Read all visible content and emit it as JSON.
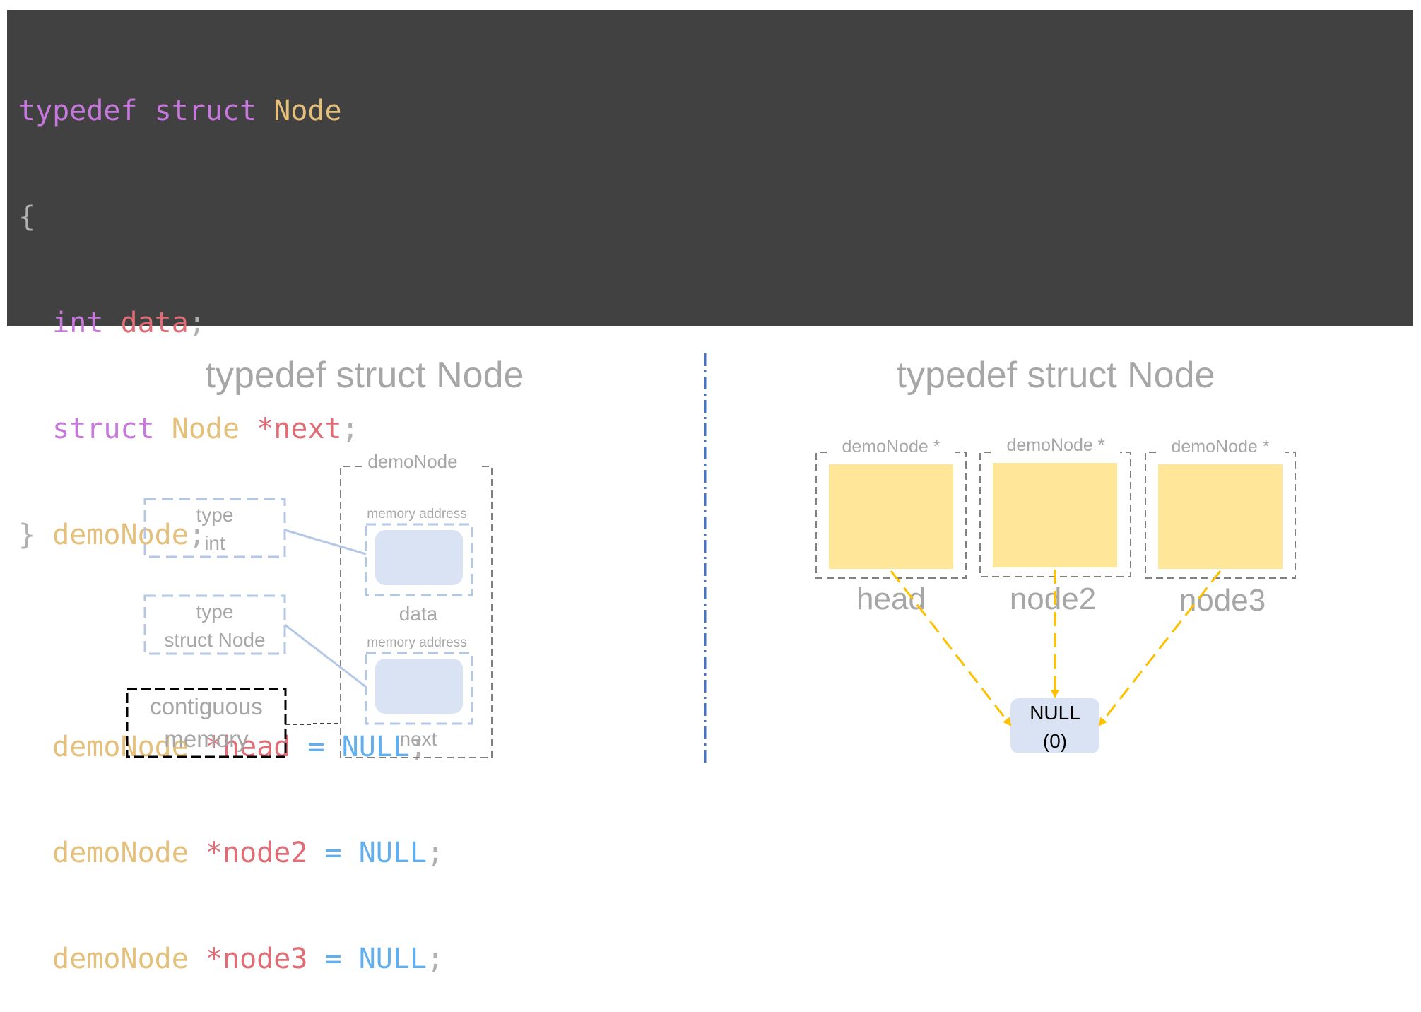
{
  "code": {
    "line1": {
      "kw": "typedef struct",
      "name": "Node"
    },
    "line2": {
      "brace": "{"
    },
    "line3": {
      "type": "int",
      "field": "data",
      "semi": ";"
    },
    "line4": {
      "kw": "struct",
      "type": "Node",
      "field": "*next",
      "semi": ";"
    },
    "line5": {
      "brace": "}",
      "name": "demoNode",
      "semi": ";"
    },
    "decls": [
      {
        "type": "demoNode",
        "var": "*head",
        "eq": "=",
        "val": "NULL",
        "semi": ";"
      },
      {
        "type": "demoNode",
        "var": "*node2",
        "eq": "=",
        "val": "NULL",
        "semi": ";"
      },
      {
        "type": "demoNode",
        "var": "*node3",
        "eq": "=",
        "val": "NULL",
        "semi": ";"
      }
    ]
  },
  "left_diagram": {
    "title": "typedef struct Node",
    "struct_label": "demoNode",
    "field_data": {
      "caption": "memory address",
      "name": "data"
    },
    "field_next": {
      "caption": "memory address",
      "name": "next"
    },
    "type_int": {
      "line1": "type",
      "line2": "int"
    },
    "type_struct": {
      "line1": "type",
      "line2": "struct Node"
    },
    "contiguous": {
      "line1": "contiguous",
      "line2": "memory"
    }
  },
  "right_diagram": {
    "title": "typedef struct Node",
    "pointers": [
      {
        "type": "demoNode *",
        "name": "head"
      },
      {
        "type": "demoNode *",
        "name": "node2"
      },
      {
        "type": "demoNode *",
        "name": "node3"
      }
    ],
    "null_box": {
      "line1": "NULL",
      "line2": "(0)"
    }
  },
  "colors": {
    "code_bg": "#414141",
    "keyword": "#c678dd",
    "type": "#e5c07b",
    "variable": "#e06c75",
    "null": "#61afef",
    "pointer_box": "#ffe699",
    "memory_box": "#dae3f3",
    "arrow": "#ffc000",
    "divider": "#4472c4"
  }
}
